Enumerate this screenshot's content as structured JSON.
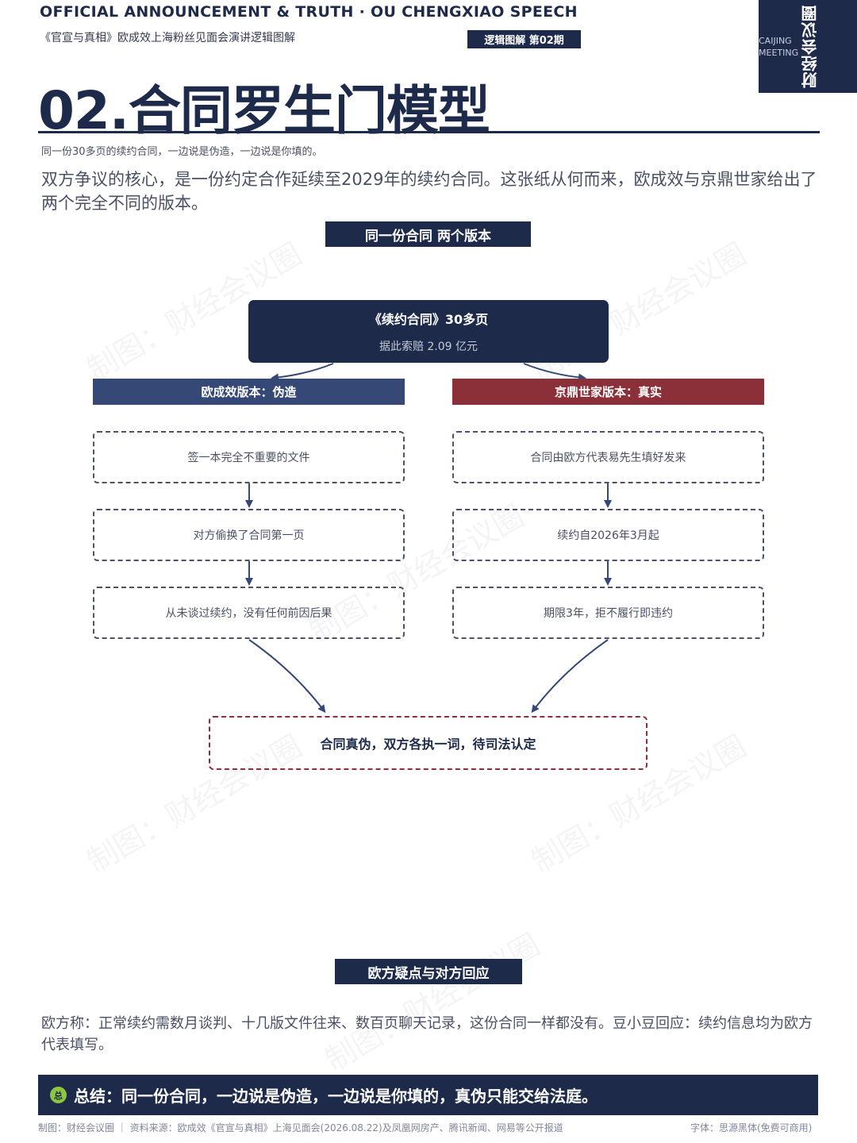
{
  "header": {
    "en_title": "OFFICIAL ANNOUNCEMENT & TRUTH · OU CHENGXIAO SPEECH",
    "cn_subtitle": "《官宣与真相》欧成效上海粉丝见面会演讲逻辑图解",
    "issue_badge": "逻辑图解 第02期",
    "brand_en_line1": "CAIJING",
    "brand_en_line2": "MEETING",
    "brand_cn": "财经会议圈"
  },
  "page": {
    "title": "02.合同罗生门模型",
    "subtitle": "同一份30多页的续约合同，一边说是伪造，一边说是你填的。",
    "intro": "双方争议的核心，是一份约定合作延续至2029年的续约合同。这张纸从何而来，欧成效与京鼎世家给出了两个完全不同的版本。"
  },
  "diagram": {
    "section_label": "同一份合同 两个版本",
    "top_title": "《续约合同》30多页",
    "top_sub": "据此索赔 2.09 亿元",
    "left_header": "欧成效版本：伪造",
    "right_header": "京鼎世家版本：真实",
    "left_steps": [
      "签一本完全不重要的文件",
      "对方偷换了合同第一页",
      "从未谈过续约，没有任何前因后果"
    ],
    "right_steps": [
      "合同由欧方代表易先生填好发来",
      "续约自2026年3月起",
      "期限3年，拒不履行即违约"
    ],
    "conclusion": "合同真伪，双方各执一词，待司法认定"
  },
  "questions": {
    "section_label": "欧方疑点与对方回应",
    "body": "欧方称：正常续约需数月谈判、十几版文件往来、数百页聊天记录，这份合同一样都没有。豆小豆回应：续约信息均为欧方代表填写。"
  },
  "summary": {
    "icon_char": "总",
    "text": "总结：同一份合同，一边说是伪造，一边说是你填的，真伪只能交给法庭。"
  },
  "footer": {
    "left": "制图：财经会议圈 ｜ 资料来源：欧成效《官宣与真相》上海见面会(2026.08.22)及凤凰网房产、腾讯新闻、网易等公开报道",
    "right": "字体：思源黑体(免费可商用)"
  },
  "watermark": {
    "text": "制图：财经会议圈"
  },
  "colors": {
    "navy": "#1e2a4a",
    "blue_header": "#354876",
    "red_header": "#8b3039",
    "green_icon": "#8cc63e"
  }
}
